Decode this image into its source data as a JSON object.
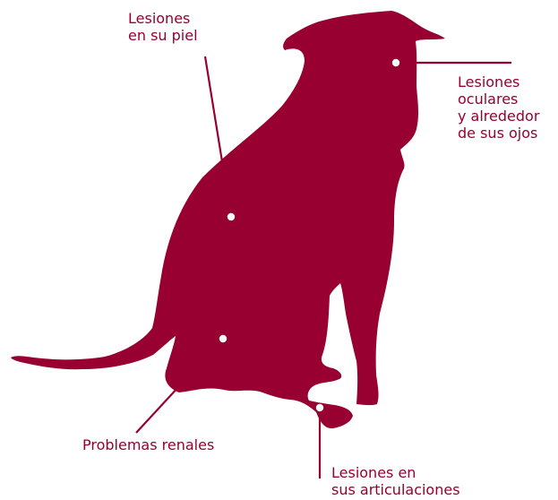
{
  "colors": {
    "silhouette": "#970030",
    "callout": "#970030",
    "label_text": "#970030",
    "background": "#ffffff"
  },
  "labels": {
    "skin": [
      "Lesiones",
      "en su piel"
    ],
    "eyes": [
      "Lesiones",
      "oculares",
      "y alrededor",
      "de sus ojos"
    ],
    "kidney": [
      "Problemas renales"
    ],
    "joints": [
      "Lesiones en",
      "sus articulaciones"
    ]
  }
}
